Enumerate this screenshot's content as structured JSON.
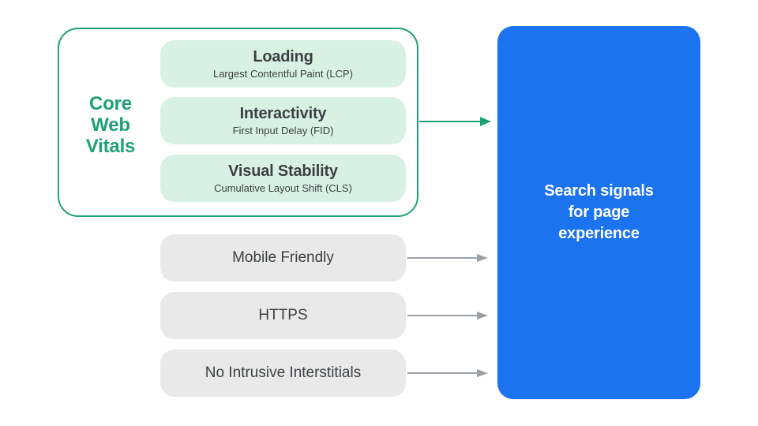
{
  "colors": {
    "green": "#1ea172",
    "green_light": "#d8f1e4",
    "gray_pill": "#e9e9e9",
    "gray_arrow": "#9aa0a6",
    "blue": "#1b73f0",
    "text_dark": "#3c4043",
    "white": "#ffffff"
  },
  "core_web_vitals": {
    "label": "Core\nWeb\nVitals",
    "items": [
      {
        "title": "Loading",
        "subtitle": "Largest Contentful Paint (LCP)"
      },
      {
        "title": "Interactivity",
        "subtitle": "First Input Delay (FID)"
      },
      {
        "title": "Visual Stability",
        "subtitle": "Cumulative Layout Shift (CLS)"
      }
    ]
  },
  "other_signals": [
    {
      "label": "Mobile Friendly"
    },
    {
      "label": "HTTPS"
    },
    {
      "label": "No Intrusive Interstitials"
    }
  ],
  "result": {
    "label": "Search signals\nfor page\nexperience"
  }
}
